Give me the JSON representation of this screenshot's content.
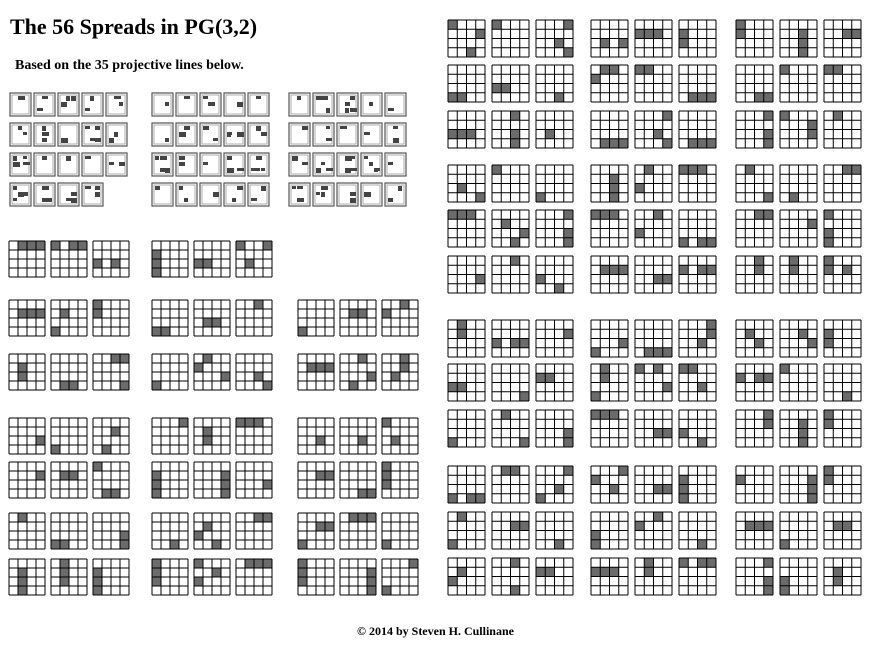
{
  "title": "The 56 Spreads in PG(3,2)",
  "subtitle": "Based on the 35 projective lines below.",
  "copyright": "© 2014 by Steven H. Cullinane",
  "colors": {
    "shade": "#6b6b6b",
    "line": "#000000",
    "paper": "#ffffff"
  }
}
